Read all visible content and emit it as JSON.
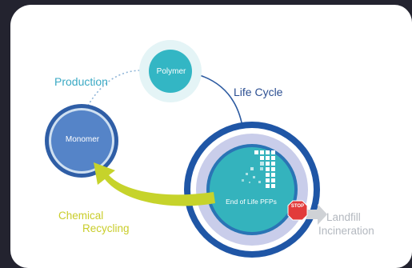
{
  "diagram": {
    "nodes": {
      "polymer": "Polymer",
      "monomer": "Monomer",
      "end_of_life": "End of Life PFPs",
      "stop_sign": "STOP"
    },
    "labels": {
      "production": "Production",
      "life_cycle": "Life Cycle",
      "chemical": "Chemical",
      "recycling": "Recycling",
      "landfill": "Landfill",
      "incineration": "Incineration"
    },
    "colors": {
      "background": "#23232f",
      "card": "#ffffff",
      "polymer_fill": "#33b6c4",
      "monomer_fill": "#5584c8",
      "eol_ring": "#1f56a6",
      "eol_fill": "#34b3bd",
      "recycling_arrow": "#c6d32b",
      "stop": "#e23b3b",
      "landfill_arrow": "#cfd2d6"
    }
  }
}
